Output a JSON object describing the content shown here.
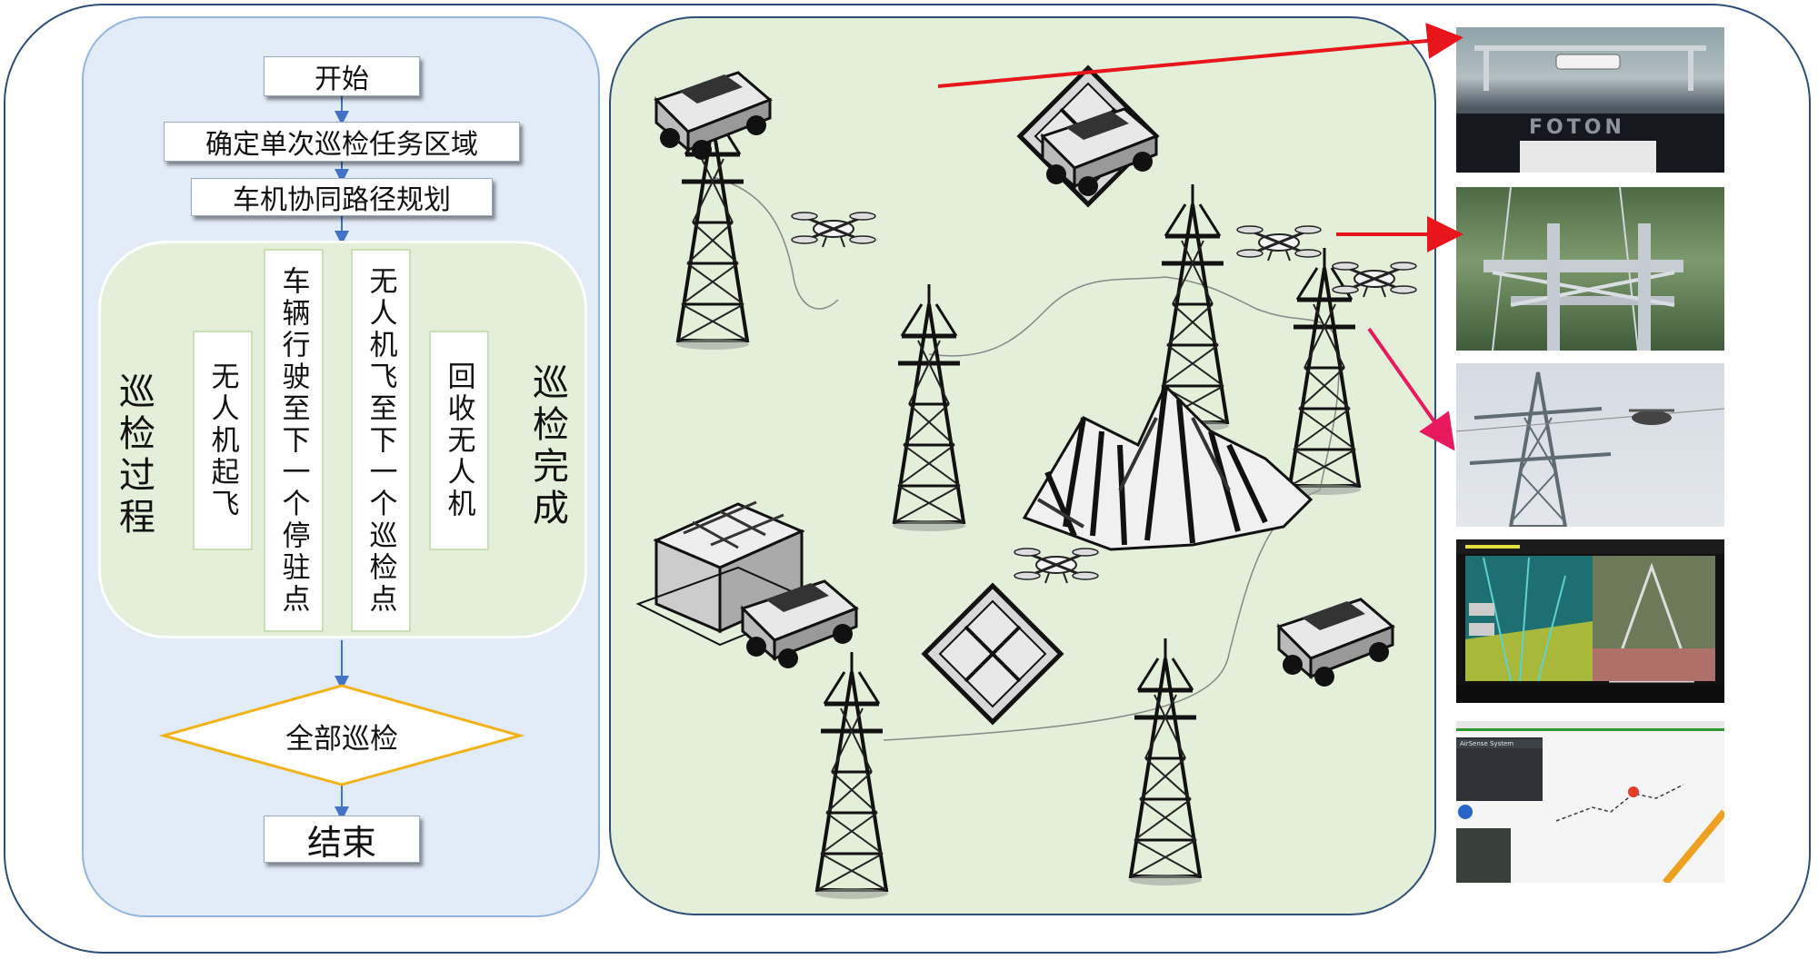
{
  "flowchart": {
    "start": "开始",
    "step1": "确定单次巡检任务区域",
    "step2": "车机协同路径规划",
    "loop_left_label": "巡检过程",
    "loop_right_label": "巡检完成",
    "loop_steps": [
      "无人机起飞",
      "车辆行驶至下一个停驻点",
      "无人机飞至下一个巡检点",
      "回收无人机"
    ],
    "decision": "全部巡检",
    "end": "结束"
  },
  "photos": {
    "truck_brand_text": "FOTON",
    "app_title": "AirSense System"
  },
  "colors": {
    "frame_border": "#2d4e78",
    "flow_panel_bg": "#e1ecf8",
    "loop_panel_bg": "#e3efd8",
    "scene_bg": "#e3efd9",
    "arrow_blue": "#4472c4",
    "decision_border": "#f2b31a",
    "callout_red": "#e8161b",
    "callout_pink": "#e8195e"
  }
}
